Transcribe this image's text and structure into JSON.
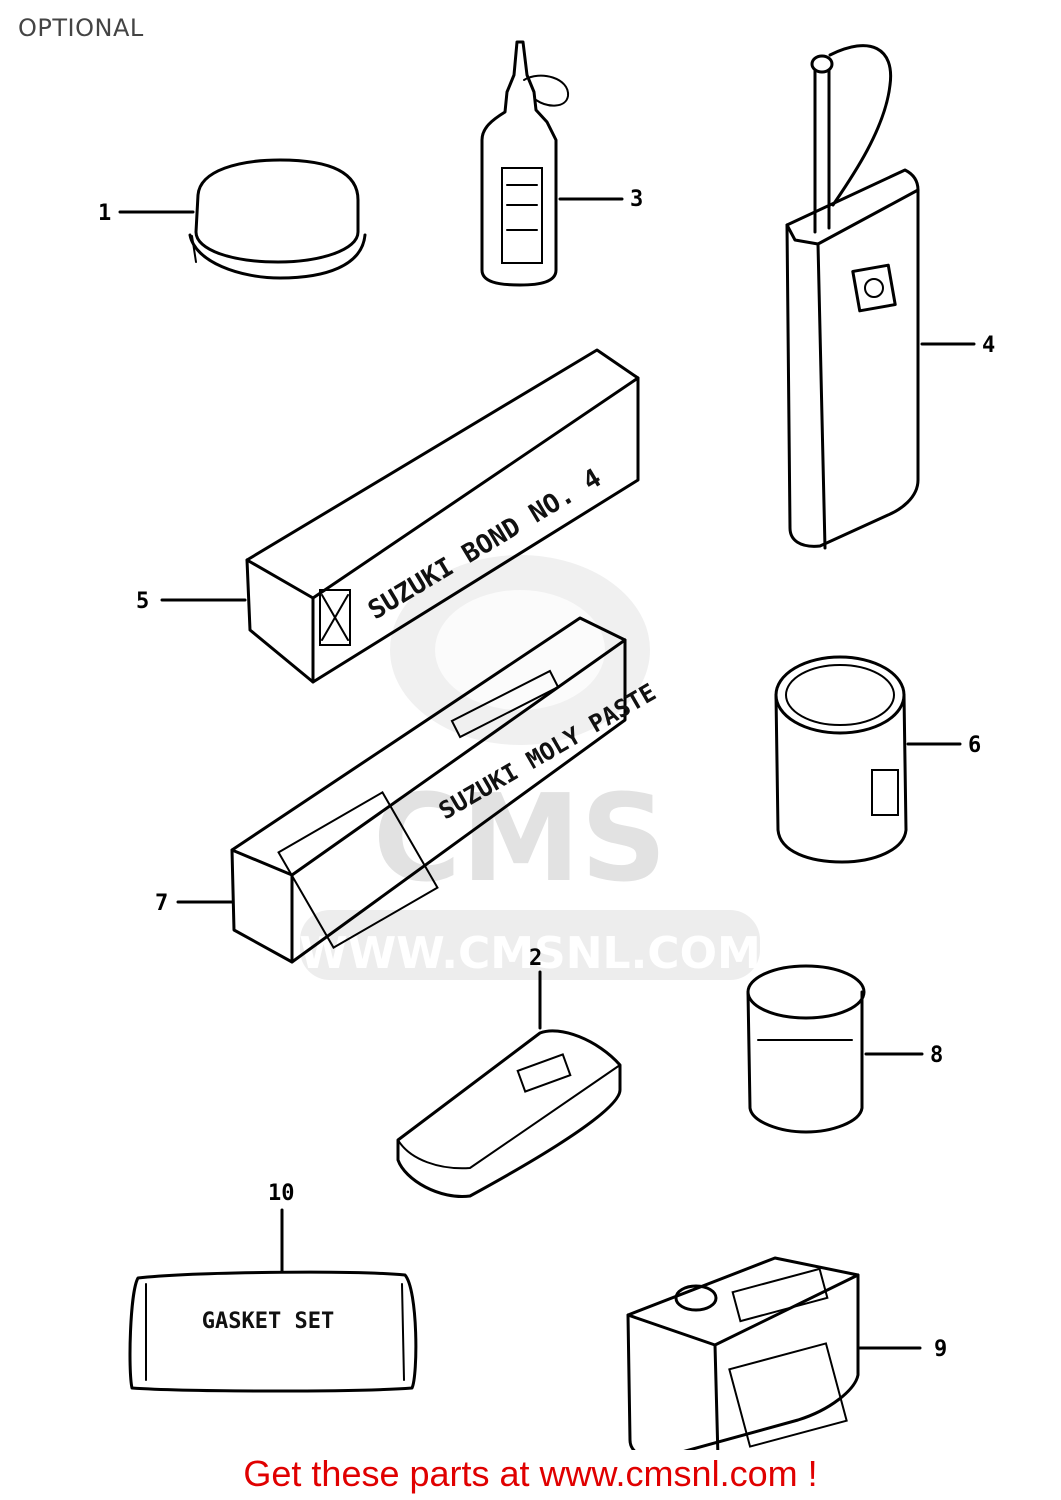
{
  "header": {
    "title": "OPTIONAL"
  },
  "callouts": [
    {
      "id": "1",
      "label": "1"
    },
    {
      "id": "2",
      "label": "2"
    },
    {
      "id": "3",
      "label": "3"
    },
    {
      "id": "4",
      "label": "4"
    },
    {
      "id": "5",
      "label": "5"
    },
    {
      "id": "6",
      "label": "6"
    },
    {
      "id": "7",
      "label": "7"
    },
    {
      "id": "8",
      "label": "8"
    },
    {
      "id": "9",
      "label": "9"
    },
    {
      "id": "10",
      "label": "10"
    }
  ],
  "parts_labels": {
    "bond_box": "SUZUKI BOND NO. 4",
    "paste_box": "SUZUKI MOLY PASTE",
    "gasket_set": "GASKET SET"
  },
  "watermark": {
    "logo": "CMS",
    "url": "WWW.CMSNL.COM"
  },
  "footer": {
    "link_text": "Get these parts at www.cmsnl.com !"
  },
  "colors": {
    "footer_link": "#e00000",
    "title": "#444444",
    "watermark": "#e2e2e2"
  }
}
